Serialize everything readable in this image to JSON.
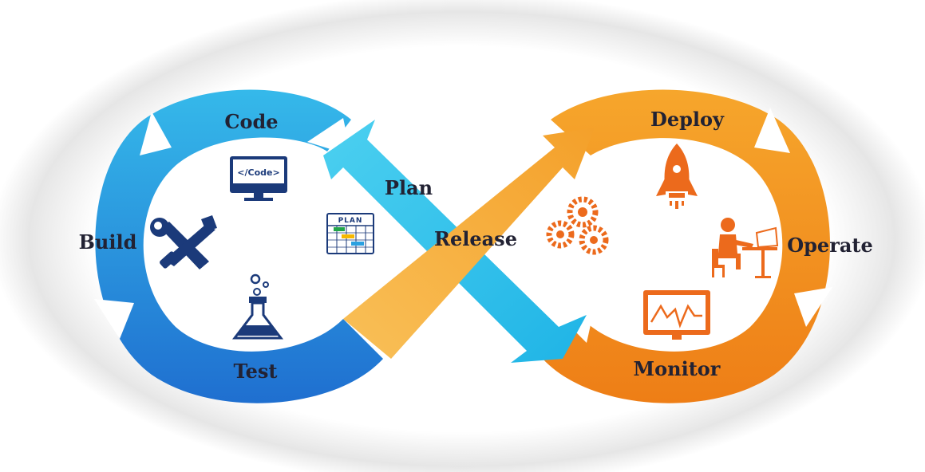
{
  "stages": {
    "code": "Code",
    "plan": "Plan",
    "build": "Build",
    "test": "Test",
    "release": "Release",
    "deploy": "Deploy",
    "operate": "Operate",
    "monitor": "Monitor"
  },
  "icons": {
    "code_screen_text": "</Code>",
    "plan_board_text": "PLAN",
    "code": "monitor-code-icon",
    "plan": "plan-board-icon",
    "build": "tools-icon",
    "test": "flask-icon",
    "release": "gears-icon",
    "deploy": "rocket-icon",
    "operate": "operator-desk-icon",
    "monitor": "monitor-graph-icon"
  },
  "colors": {
    "blue_light": "#38c4ec",
    "blue_mid": "#2a9fe0",
    "blue_dark": "#2068c8",
    "orange_light": "#f6b23a",
    "orange_mid": "#f29a22",
    "orange_dark": "#ec7a14",
    "icon_navy": "#1b3a7a",
    "icon_orange": "#ec6a1c"
  }
}
